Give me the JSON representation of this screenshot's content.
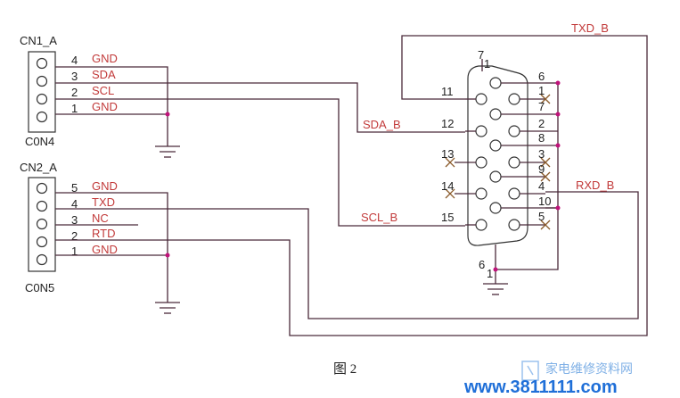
{
  "connectors": {
    "cn1": {
      "ref": "CN1_A",
      "part": "C0N4",
      "pins": [
        {
          "num": "4",
          "net": "GND"
        },
        {
          "num": "3",
          "net": "SDA"
        },
        {
          "num": "2",
          "net": "SCL"
        },
        {
          "num": "1",
          "net": "GND"
        }
      ]
    },
    "cn2": {
      "ref": "CN2_A",
      "part": "C0N5",
      "pins": [
        {
          "num": "5",
          "net": "GND"
        },
        {
          "num": "4",
          "net": "TXD"
        },
        {
          "num": "3",
          "net": "NC"
        },
        {
          "num": "2",
          "net": "RTD"
        },
        {
          "num": "1",
          "net": "GND"
        }
      ]
    }
  },
  "dsub": {
    "pin_labels": {
      "p1": "1",
      "p2": "2",
      "p3": "3",
      "p4": "4",
      "p5": "5",
      "p6": "6",
      "p7": "7",
      "p8": "8",
      "p9": "9",
      "p10": "10",
      "p11": "11",
      "p12": "12",
      "p13": "13",
      "p14": "14",
      "p15": "15",
      "shell_top": "7",
      "shell_top_sub": "1",
      "shell_bot": "6",
      "shell_bot_sub": "1"
    }
  },
  "nets": {
    "txd": "TXD_B",
    "sda": "SDA_B",
    "scl": "SCL_B",
    "rxd": "RXD_B"
  },
  "caption": "图 2",
  "watermark": {
    "url": "www.3811111.com",
    "cn": "家电维修资料网"
  }
}
